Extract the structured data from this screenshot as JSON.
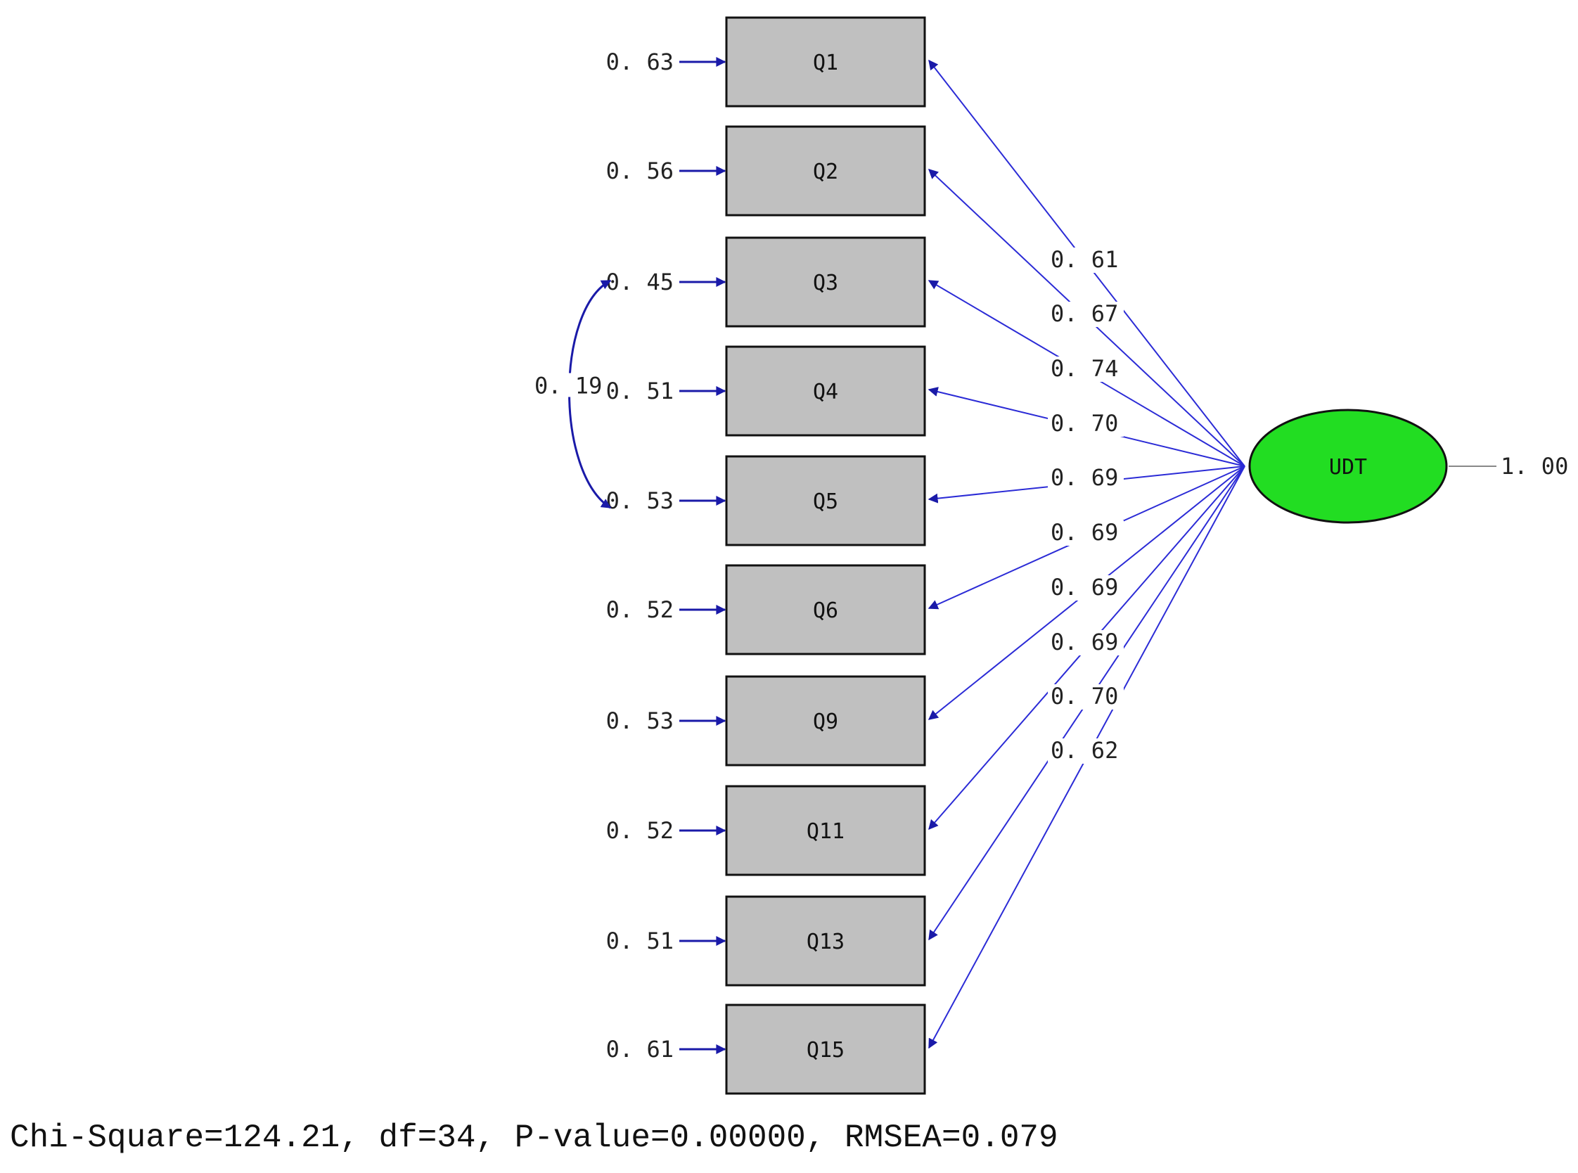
{
  "latent": {
    "name": "UDT",
    "variance": "1.00",
    "fill_color": "#22dd22"
  },
  "observed": [
    {
      "name": "Q1",
      "error": "0.63",
      "loading": "0.61"
    },
    {
      "name": "Q2",
      "error": "0.56",
      "loading": "0.67"
    },
    {
      "name": "Q3",
      "error": "0.45",
      "loading": "0.74"
    },
    {
      "name": "Q4",
      "error": "0.51",
      "loading": "0.70"
    },
    {
      "name": "Q5",
      "error": "0.53",
      "loading": "0.69"
    },
    {
      "name": "Q6",
      "error": "0.52",
      "loading": "0.69"
    },
    {
      "name": "Q9",
      "error": "0.53",
      "loading": "0.69"
    },
    {
      "name": "Q11",
      "error": "0.52",
      "loading": "0.69"
    },
    {
      "name": "Q13",
      "error": "0.51",
      "loading": "0.70"
    },
    {
      "name": "Q15",
      "error": "0.61",
      "loading": "0.62"
    }
  ],
  "error_covariance": {
    "between": [
      "Q3",
      "Q5"
    ],
    "value": "0.19"
  },
  "fit_statistics": "Chi-Square=124.21, df=34, P-value=0.00000, RMSEA=0.079",
  "colors": {
    "path": "#2b2bd6",
    "box_fill": "#c0c0c0"
  }
}
